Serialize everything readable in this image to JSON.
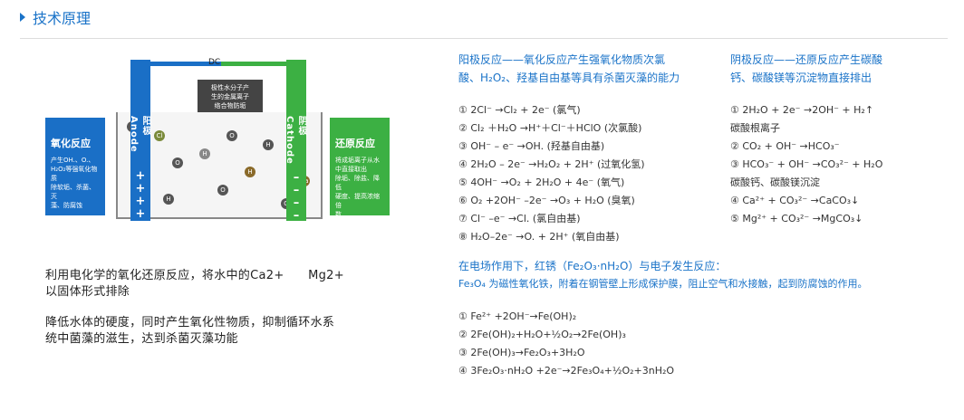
{
  "header": {
    "title": "技术原理"
  },
  "diagram": {
    "dc": "DC",
    "note": [
      "极性水分子产",
      "生的金属离子",
      "络合物防垢"
    ],
    "anode": {
      "label": "阳极 Anode",
      "signs": [
        "+",
        "+",
        "+",
        "+"
      ]
    },
    "cathode": {
      "label": "阴极 Cathode",
      "signs": [
        "–",
        "–",
        "–",
        "–"
      ]
    },
    "ox": {
      "title": "氧化反应",
      "lines": [
        "产生OH.、O.、",
        "H₂O₂等强氧化物",
        "质",
        "",
        "除软垢、杀菌、灭",
        "藻、防腐蚀"
      ]
    },
    "red": {
      "title": "还原反应",
      "lines": [
        "将成垢离子从水",
        "中直接取出",
        "",
        "除垢、除盐、降低",
        "硬度、提高浓缩倍",
        "数"
      ]
    },
    "colors": {
      "blue": "#1a6fc6",
      "green": "#3cb043",
      "grey": "#444444"
    }
  },
  "left": {
    "p1": [
      "利用电化学的氧化还原反应，将水中的Ca2+　　Mg2+",
      "以固体形式排除"
    ],
    "p2": [
      "降低水体的硬度，同时产生氧化性物质，抑制循环水系",
      "统中菌藻的滋生，达到杀菌灭藻功能"
    ]
  },
  "anode_col": {
    "title": [
      "阳极反应——氧化反应产生强氧化物质次氯",
      "酸、H₂O₂、羟基自由基等具有杀菌灭藻的能力"
    ],
    "items": [
      "① 2Cl⁻ →Cl₂ + 2e⁻ (氯气)",
      "② Cl₂ ＋H₂O →H⁺＋Cl⁻＋HClO (次氯酸)",
      "③ OH⁻ – e⁻ →OH. (羟基自由基)",
      "④ 2H₂O – 2e⁻ →H₂O₂ + 2H⁺ (过氧化氢)",
      "⑤ 4OH⁻ →O₂ + 2H₂O + 4e⁻ (氧气)",
      "⑥ O₂ +2OH⁻ –2e⁻ →O₃ + H₂O (臭氧)",
      "⑦ Cl⁻ –e⁻ →Cl. (氯自由基)",
      "⑧ H₂O–2e⁻ →O. + 2H⁺ (氧自由基)"
    ]
  },
  "cathode_col": {
    "title": [
      "阴极反应——还原反应产生碳酸",
      "钙、碳酸镁等沉淀物直接排出"
    ],
    "items": [
      "① 2H₂O + 2e⁻ →2OH⁻ + H₂↑",
      "碳酸根离子",
      "② CO₂ + OH⁻ →HCO₃⁻",
      "③ HCO₃⁻ + OH⁻ →CO₃²⁻ + H₂O",
      "碳酸钙、碳酸镁沉淀",
      "④ Ca²⁺ + CO₃²⁻ →CaCO₃↓",
      "⑤ Mg²⁺ + CO₃²⁻ →MgCO₃↓"
    ]
  },
  "field": {
    "title": [
      "在电场作用下，红锈（Fe₂O₃·nH₂O）与电子发生反应：",
      "Fe₃O₄ 为磁性氧化铁，附着在钢管壁上形成保护膜，阻止空气和水接触，起到防腐蚀的作用。"
    ],
    "items": [
      "① Fe²⁺ +2OH⁻→Fe(OH)₂",
      "② 2Fe(OH)₂+H₂O+½O₂→2Fe(OH)₃",
      "③ 2Fe(OH)₃→Fe₂O₃+3H₂O",
      "④ 3Fe₂O₃·nH₂O +2e⁻→2Fe₃O₄+½O₂+3nH₂O"
    ]
  }
}
